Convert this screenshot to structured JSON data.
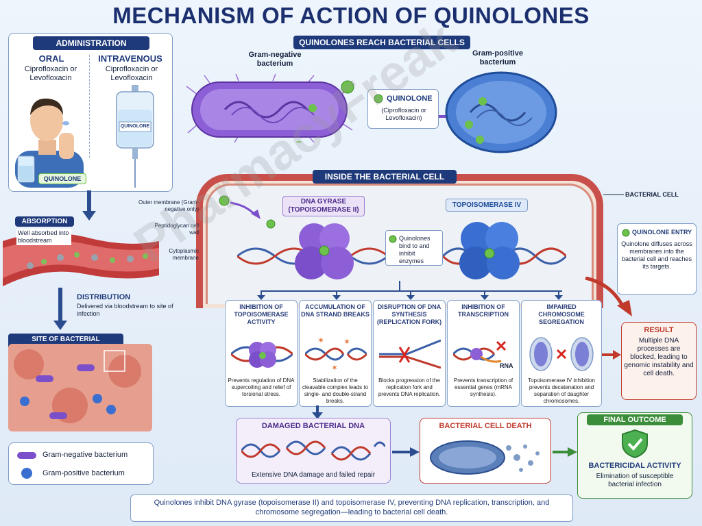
{
  "title": "MECHANISM OF ACTION OF QUINOLONES",
  "administration": {
    "header": "ADMINISTRATION",
    "oral_label": "ORAL",
    "oral_drugs": "Ciprofloxacin or Levofloxacin",
    "iv_label": "INTRAVENOUS",
    "iv_drugs": "Ciprofloxacin or Levofloxacin",
    "iv_bag_label": "QUINOLONE",
    "pill_label": "QUINOLONE"
  },
  "absorption": {
    "header": "ABSORPTION",
    "text": "Well absorbed into bloodstream"
  },
  "distribution": {
    "header": "DISTRIBUTION",
    "text": "Delivered via bloodstream to site of infection"
  },
  "site": {
    "header": "SITE OF BACTERIAL INFECTION"
  },
  "legend": {
    "gram_neg": "Gram-negative bacterium",
    "gram_pos": "Gram-positive bacterium"
  },
  "reach": {
    "header": "QUINOLONES REACH BACTERIAL CELLS",
    "gram_neg_label": "Gram-negative bacterium",
    "gram_pos_label": "Gram-positive bacterium",
    "quinolone_title": "QUINOLONE",
    "quinolone_sub": "(Ciprofloxacin or Levofloxacin)"
  },
  "inside": {
    "header": "INSIDE THE BACTERIAL CELL",
    "bacterial_cell": "BACTERIAL CELL",
    "outer_membrane": "Outer membrane (Gram-negative only)",
    "peptidoglycan": "Peptidoglycan cell wall",
    "cytoplasmic": "Cytoplasmic membrane",
    "gyrase_label": "DNA GYRASE (TOPOISOMERASE II)",
    "topo4_label": "TOPOISOMERASE IV",
    "bind_text": "Quinolones bind to and inhibit enzymes"
  },
  "entry": {
    "header": "QUINOLONE ENTRY",
    "text": "Quinolone diffuses across membranes into the bacterial cell and reaches its targets."
  },
  "mechanisms": [
    {
      "title": "INHIBITION OF TOPOISOMERASE ACTIVITY",
      "desc": "Prevents regulation of DNA supercoiling and relief of torsional stress."
    },
    {
      "title": "ACCUMULATION OF DNA STRAND BREAKS",
      "desc": "Stabilization of the cleavable complex leads to single- and double-strand breaks."
    },
    {
      "title": "DISRUPTION OF DNA SYNTHESIS (REPLICATION FORK)",
      "desc": "Blocks progression of the replication fork and prevents DNA replication."
    },
    {
      "title": "INHIBITION OF TRANSCRIPTION",
      "desc": "Prevents transcription of essential genes (mRNA synthesis).",
      "rna_label": "RNA"
    },
    {
      "title": "IMPAIRED CHROMOSOME SEGREGATION",
      "desc": "Topoisomerase IV inhibition prevents decatenation and separation of daughter chromosomes."
    }
  ],
  "result": {
    "header": "RESULT",
    "text": "Multiple DNA processes are blocked, leading to genomic instability and cell death."
  },
  "damaged": {
    "header": "DAMAGED BACTERIAL DNA",
    "text": "Extensive DNA damage and failed repair"
  },
  "death": {
    "header": "BACTERIAL CELL DEATH"
  },
  "final": {
    "header": "FINAL OUTCOME",
    "activity": "BACTERICIDAL ACTIVITY",
    "text": "Elimination of susceptible bacterial infection"
  },
  "summary": "Quinolones inhibit DNA gyrase (topoisomerase II) and topoisomerase IV, preventing DNA replication, transcription, and chromosome segregation—leading to bacterial cell death.",
  "watermark": "PharmacyFreak",
  "colors": {
    "navy": "#1e3a7a",
    "gram_neg": "#7b4fc9",
    "gram_pos": "#3a6fd1",
    "quinolone": "#6cc24a",
    "result_red": "#c0392b",
    "final_green": "#3c8d3a"
  }
}
